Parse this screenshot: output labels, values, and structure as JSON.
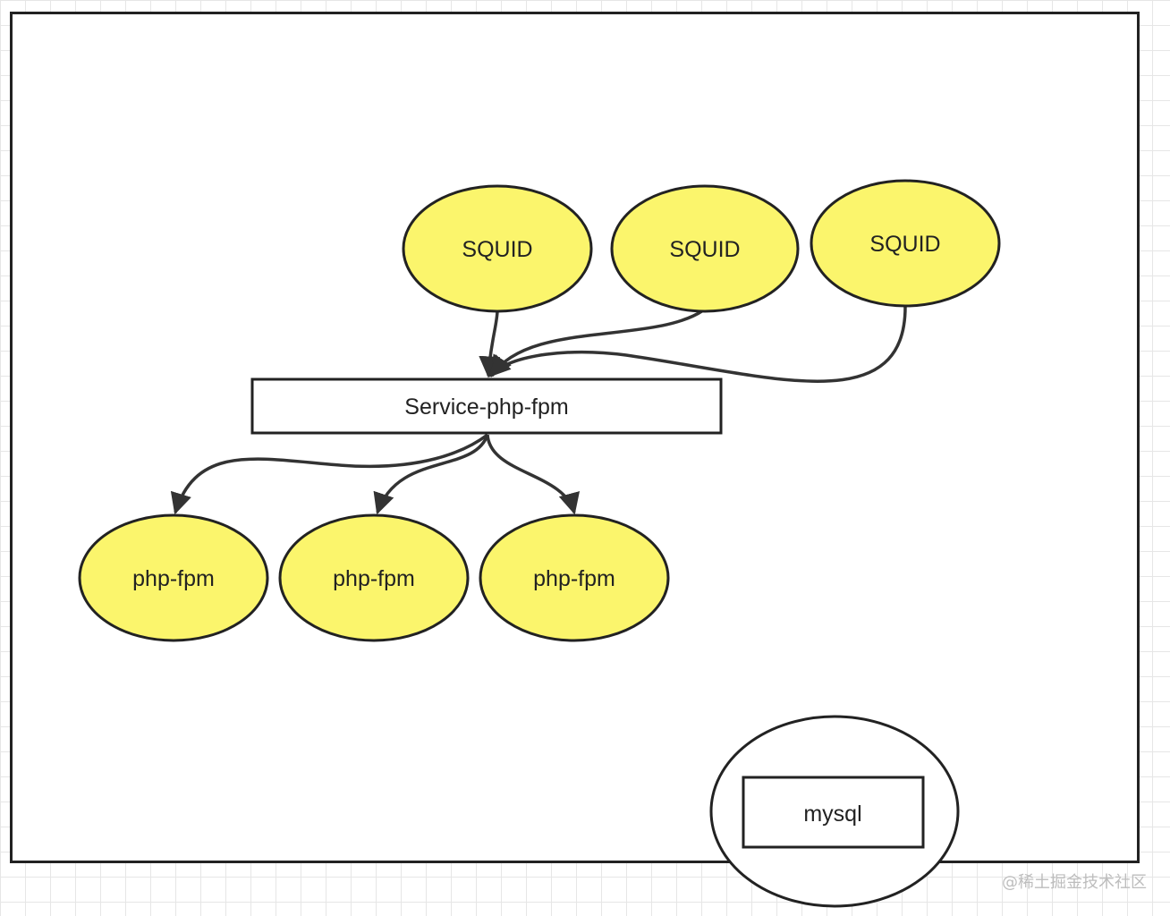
{
  "nodes": {
    "squid_1": "SQUID",
    "squid_2": "SQUID",
    "squid_3": "SQUID",
    "service": "Service-php-fpm",
    "php_1": "php-fpm",
    "php_2": "php-fpm",
    "php_3": "php-fpm",
    "mysql": "mysql"
  },
  "colors": {
    "node_fill": "#fbf56c",
    "stroke": "#222222",
    "edge": "#333333"
  },
  "watermark": "@稀土掘金技术社区"
}
